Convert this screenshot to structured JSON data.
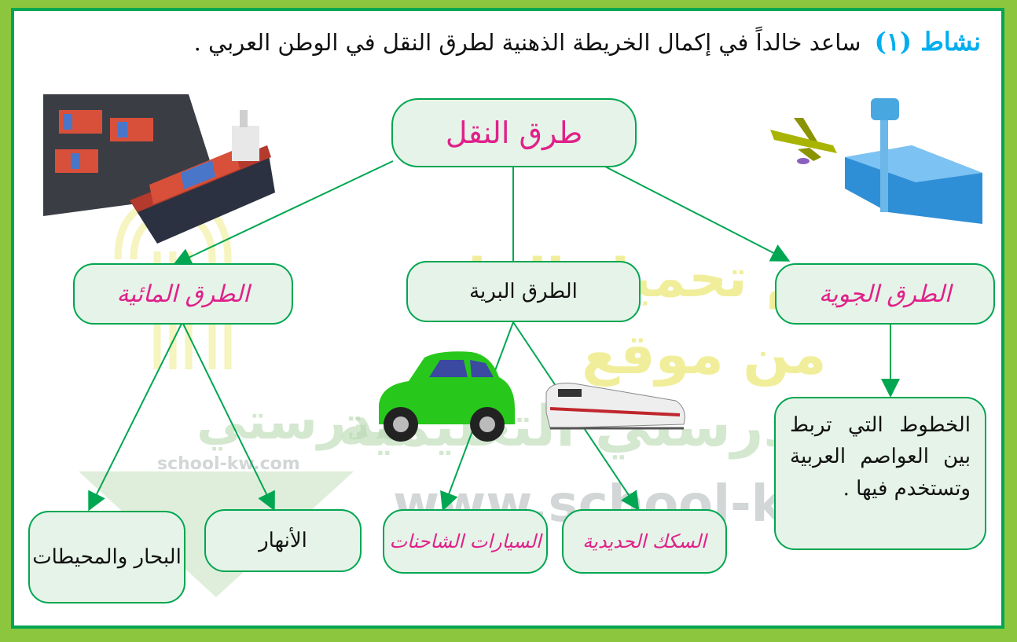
{
  "header": {
    "activity_label": "نشاط (١)",
    "instruction": "ساعد خالداً في إكمال الخريطة الذهنية لطرق النقل في الوطن العربي ."
  },
  "map": {
    "root": "طرق النقل",
    "water": "الطرق المائية",
    "land": "الطرق البرية",
    "air": "الطرق الجوية",
    "water_children": [
      "البحار والمحيطات",
      "الأنهار"
    ],
    "land_children": [
      "السيارات الشاحنات",
      "السكك الحديدية"
    ],
    "air_child": "الخطوط التي تربط بين العواصم العربية وتستخدم فيها ."
  },
  "watermark": {
    "line1": "تم تحميل الحل",
    "line2": "من موقع",
    "line3": "مدرستي التعليمية",
    "site": "www.school-kw.com",
    "logo_text": "مدرستي",
    "logo_site": "school-kw.com"
  },
  "colors": {
    "frame": "#00a651",
    "box_fill": "#e6f3e8",
    "root_text": "#e0218a",
    "title_accent": "#00aeef"
  }
}
